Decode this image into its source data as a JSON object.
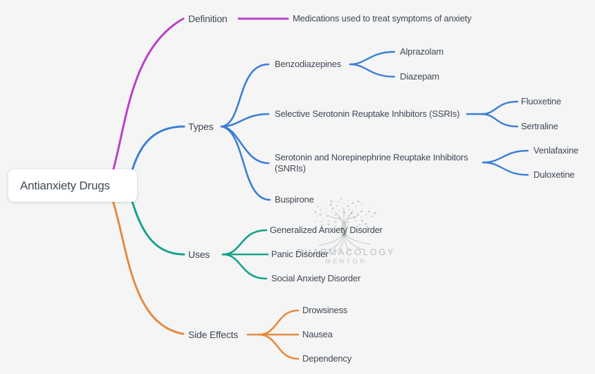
{
  "app": {
    "background": "#f5f5f6",
    "text_color": "#3f4953"
  },
  "root": {
    "label": "Antianxiety Drugs"
  },
  "branches": [
    {
      "label": "Definition",
      "color": "#bb40c9",
      "note": "Medications used to treat symptoms of anxiety"
    },
    {
      "label": "Types",
      "color": "#3a7fd4",
      "children": [
        {
          "label": "Benzodiazepines",
          "children": [
            {
              "label": "Alprazolam"
            },
            {
              "label": "Diazepam"
            }
          ]
        },
        {
          "label": "Selective Serotonin Reuptake Inhibitors (SSRIs)",
          "children": [
            {
              "label": "Fluoxetine"
            },
            {
              "label": "Sertraline"
            }
          ]
        },
        {
          "label": "Serotonin and Norepinephrine Reuptake Inhibitors\n(SNRIs)",
          "children": [
            {
              "label": "Venlafaxine"
            },
            {
              "label": "Duloxetine"
            }
          ]
        },
        {
          "label": "Buspirone"
        }
      ]
    },
    {
      "label": "Uses",
      "color": "#16a28c",
      "children": [
        {
          "label": "Generalized Anxiety Disorder"
        },
        {
          "label": "Panic Disorder"
        },
        {
          "label": "Social Anxiety Disorder"
        }
      ]
    },
    {
      "label": "Side Effects",
      "color": "#e68a3d",
      "children": [
        {
          "label": "Drowsiness"
        },
        {
          "label": "Nausea"
        },
        {
          "label": "Dependency"
        }
      ]
    }
  ],
  "watermark": {
    "line1": "PHARMACOLOGY",
    "line2": "MENTOR"
  }
}
